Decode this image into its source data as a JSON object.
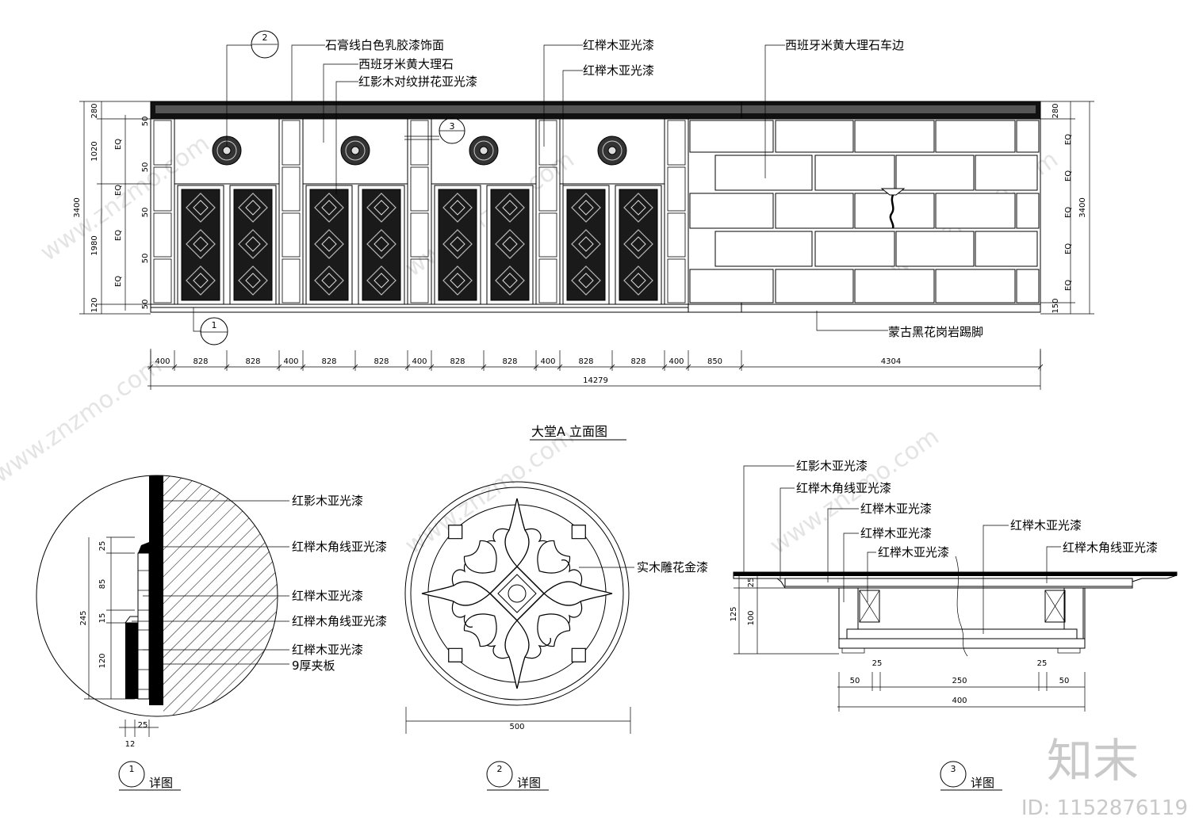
{
  "elevation": {
    "title": "大堂A 立面图",
    "labels": {
      "l1": "石膏线白色乳胶漆饰面",
      "l2": "西班牙米黄大理石",
      "l3": "红影木对纹拼花亚光漆",
      "l4": "红榉木亚光漆",
      "l5": "红榉木亚光漆",
      "l6": "西班牙米黄大理石车边",
      "l7": "蒙古黑花岗岩踢脚"
    },
    "callouts": {
      "c1": "1",
      "c2": "2",
      "c3": "3"
    },
    "bottom_dims": [
      "400",
      "828",
      "828",
      "400",
      "828",
      "828",
      "400",
      "828",
      "828",
      "400",
      "828",
      "828",
      "400",
      "850",
      "4304"
    ],
    "total": "14279",
    "left_total": "3400",
    "left_dims": [
      "280",
      "1020",
      "1980",
      "120"
    ],
    "left_inner": [
      "50",
      "EQ",
      "50",
      "EQ",
      "50",
      "EQ",
      "50",
      "EQ",
      "50"
    ],
    "right_total": "3400",
    "right_dims": [
      "280",
      "EQ",
      "EQ",
      "EQ",
      "EQ",
      "EQ",
      "150"
    ]
  },
  "detail1": {
    "num": "1",
    "title": "详图",
    "labels": {
      "a": "红影木亚光漆",
      "b": "红榉木角线亚光漆",
      "c": "红榉木亚光漆",
      "d": "红榉木角线亚光漆",
      "e": "红榉木亚光漆",
      "f": "9厚夹板"
    },
    "dims_v": [
      "25",
      "85",
      "15",
      "120"
    ],
    "dim_total": "245",
    "dims_h": [
      "12",
      "25"
    ]
  },
  "detail2": {
    "num": "2",
    "title": "详图",
    "label": "实木雕花金漆",
    "dim": "500"
  },
  "detail3": {
    "num": "3",
    "title": "详图",
    "labels": {
      "a": "红影木亚光漆",
      "b": "红榉木角线亚光漆",
      "c": "红榉木亚光漆",
      "d": "红榉木亚光漆",
      "e": "红榉木亚光漆",
      "f": "红榉木亚光漆",
      "g": "红榉木角线亚光漆"
    },
    "dims_v": [
      "25",
      "100"
    ],
    "dim_total": "125",
    "dims_h": [
      "50",
      "25",
      "250",
      "25",
      "50"
    ],
    "dim_total_h": "400"
  },
  "brand": {
    "logo": "知末",
    "id": "ID: 1152876119",
    "watermark": "www.znzmo.com"
  }
}
